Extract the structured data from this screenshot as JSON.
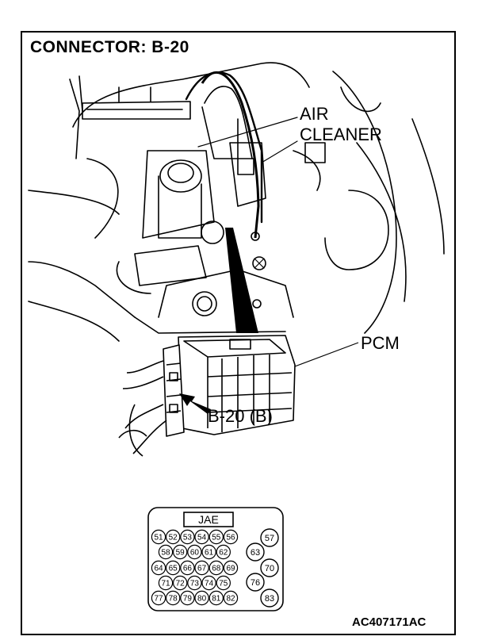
{
  "title": "CONNECTOR: B-20",
  "labels": {
    "air_cleaner_line1": "AIR",
    "air_cleaner_line2": "CLEANER",
    "pcm": "PCM",
    "connector_ref": "B-20 (B)"
  },
  "connector_face": {
    "header": "JAE",
    "rows": [
      {
        "small": [
          "51",
          "52",
          "53",
          "54",
          "55",
          "56"
        ],
        "big": "57"
      },
      {
        "small": [
          "58",
          "59",
          "60",
          "61",
          "62"
        ],
        "big": "63"
      },
      {
        "small": [
          "64",
          "65",
          "66",
          "67",
          "68",
          "69"
        ],
        "big": "70"
      },
      {
        "small": [
          "71",
          "72",
          "73",
          "74",
          "75"
        ],
        "big": "76"
      },
      {
        "small": [
          "77",
          "78",
          "79",
          "80",
          "81",
          "82"
        ],
        "big": "83"
      }
    ]
  },
  "figure_code": "AC407171AC"
}
